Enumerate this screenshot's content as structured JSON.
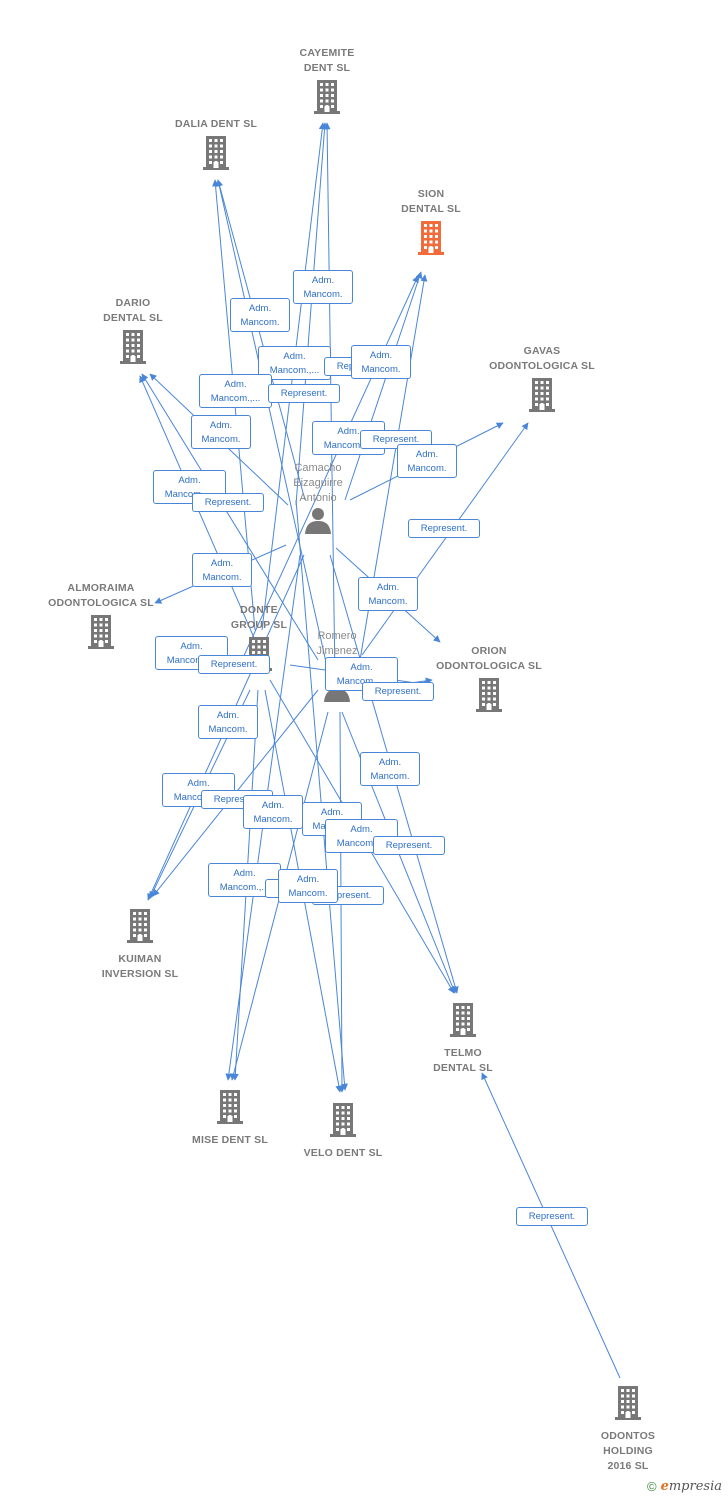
{
  "colors": {
    "edge": "#4a86d8",
    "node": "#777777",
    "highlight": "#f26b3a"
  },
  "companies": [
    {
      "id": "cayemite",
      "label": "CAYEMITE\nDENT SL",
      "icon": "building-icon"
    },
    {
      "id": "dalia",
      "label": "DALIA DENT SL",
      "icon": "building-icon"
    },
    {
      "id": "sion",
      "label": "SION\nDENTAL  SL",
      "icon": "building-icon",
      "highlight": true
    },
    {
      "id": "dario",
      "label": "DARIO\nDENTAL SL",
      "icon": "building-icon"
    },
    {
      "id": "gavas",
      "label": "GAVAS\nODONTOLOGICA SL",
      "icon": "building-icon"
    },
    {
      "id": "almoraima",
      "label": "ALMORAIMA\nODONTOLOGICA SL",
      "icon": "building-icon"
    },
    {
      "id": "donte",
      "label": "DONTE\nGROUP  SL",
      "icon": "building-icon"
    },
    {
      "id": "orion",
      "label": "ORION\nODONTOLOGICA SL",
      "icon": "building-icon"
    },
    {
      "id": "kuiman",
      "label": "KUIMAN\nINVERSION SL",
      "icon": "building-icon"
    },
    {
      "id": "telmo",
      "label": "TELMO\nDENTAL SL",
      "icon": "building-icon"
    },
    {
      "id": "mise",
      "label": "MISE DENT SL",
      "icon": "building-icon"
    },
    {
      "id": "velo",
      "label": "VELO DENT SL",
      "icon": "building-icon"
    },
    {
      "id": "odontos",
      "label": "ODONTOS\nHOLDING\n2016  SL",
      "icon": "building-icon"
    }
  ],
  "people": [
    {
      "id": "camacho",
      "label": "Camacho\nEizaguirre\nAntonio",
      "icon": "person-icon"
    },
    {
      "id": "romero",
      "label": "Romero\nJimenez\nC...",
      "icon": "person-icon"
    }
  ],
  "edge_labels": [
    "Adm.\nMancom.",
    "Adm.\nMancom.",
    "Adm.\nMancom.,...",
    "Represent.",
    "Adm.\nMancom.",
    "Adm.\nMancom.,...",
    "Adm.\nMancom.",
    "Adm.\nMancom.,...",
    "Represent.",
    "Represent.",
    "Adm.\nMancom.",
    "Adm.\nMancom.,...",
    "Represent.",
    "Represent.",
    "Adm.\nMancom.",
    "Adm.\nMancom.",
    "Adm.\nMancom.,...",
    "Represent.",
    "Adm.\nMancom.,...",
    "Represent.",
    "Adm.\nMancom.",
    "Adm.\nMancom.",
    "Adm.\nMancom.,...",
    "Represent.",
    "Adm.\nMancom.",
    "Adm.\nMancom.",
    "Adm.\nMancom.,...",
    "Represent.",
    "Adm.\nMancom.,...",
    "Represent.",
    "Represent.",
    "Adm.\nMancom.",
    "Represent."
  ],
  "footer": {
    "copyright": "©",
    "brand_first": "e",
    "brand_rest": "mpresia"
  }
}
